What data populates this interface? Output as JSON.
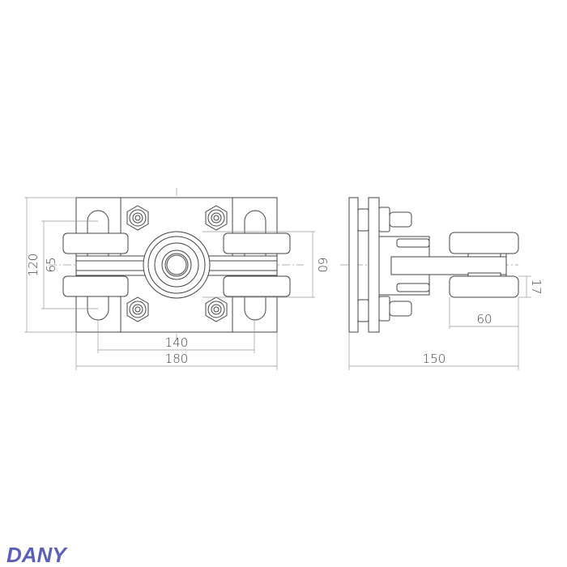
{
  "front_view": {
    "dimensions": {
      "overall_height": "120",
      "slot_spacing": "65",
      "wheel_span": "60",
      "slot_centers": "140",
      "overall_width": "180"
    }
  },
  "side_view": {
    "dimensions": {
      "wheel_thickness": "17",
      "wheel_diameter": "60",
      "overall_depth": "150"
    }
  },
  "logo": {
    "text": "DANY",
    "color": "#5a5fb8"
  }
}
